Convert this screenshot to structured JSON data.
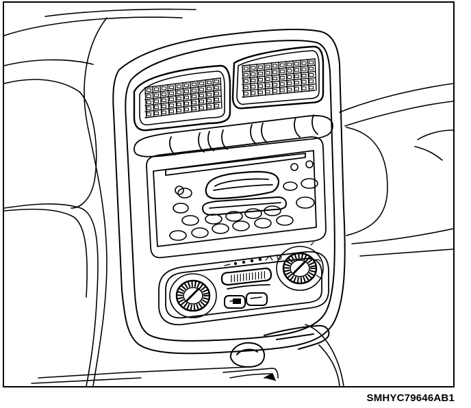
{
  "figure": {
    "code": "SMHYC79646AB1"
  },
  "icons": {
    "left_knob": "fan-speed-knob",
    "right_knob": "temperature-knob",
    "lever": "air-intake-lever",
    "button": "rear-defrost-button",
    "vents": "air-vent-grille"
  }
}
